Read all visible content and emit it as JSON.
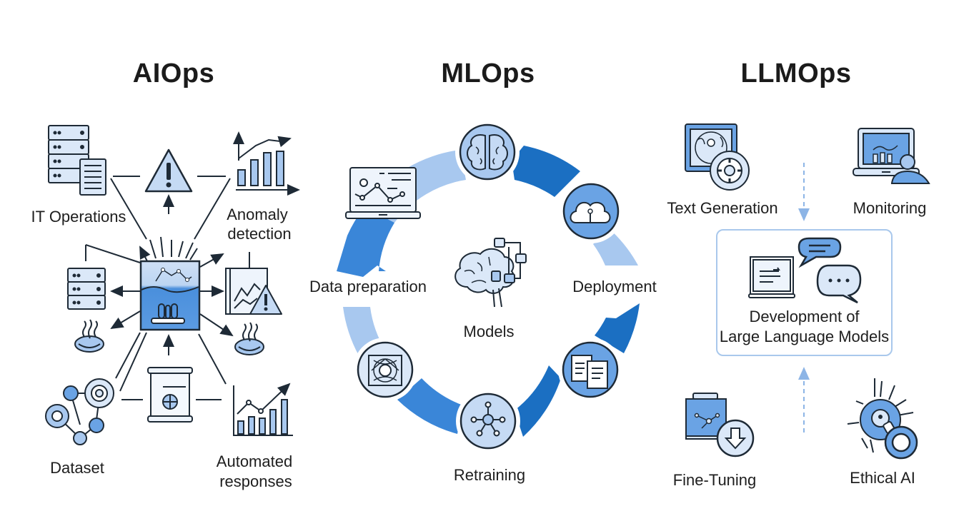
{
  "sections": {
    "aiops": {
      "title": "AIOps",
      "labels": {
        "it_operations": "IT Operations",
        "anomaly_detection": "Anomaly\ndetection",
        "anomaly_line1": "Anomaly",
        "anomaly_line2": "detection",
        "dataset": "Dataset",
        "automated_line1": "Automated",
        "automated_line2": "responses"
      },
      "icons": [
        "server-document-icon",
        "warning-icon",
        "growth-chart-icon",
        "server-icon",
        "hub-analytics-icon",
        "chart-warning-icon",
        "steam-icon",
        "network-graph-icon",
        "report-icon",
        "bar-trend-icon"
      ]
    },
    "mlops": {
      "title": "MLOps",
      "stages": [
        {
          "label": "Data preparation",
          "icon": "laptop-chart-icon"
        },
        {
          "label": "Models",
          "icon": "brain-network-icon"
        },
        {
          "label": "Deployment",
          "icon": "cloud-upload-icon"
        },
        {
          "label": "Retraining",
          "icon": "network-node-icon"
        }
      ],
      "cycle_icons": [
        "brain-icon",
        "cloud-upload-icon",
        "documents-icon",
        "network-node-icon",
        "pattern-icon",
        "laptop-chart-icon"
      ]
    },
    "llmops": {
      "title": "LLMOps",
      "labels": {
        "text_generation": "Text Generation",
        "monitoring": "Monitoring",
        "dev_line1": "Development of",
        "dev_line2": "Large Language Models",
        "fine_tuning": "Fine-Tuning",
        "ethical_ai": "Ethical AI"
      }
    }
  },
  "colors": {
    "dark_blue": "#1b6fc2",
    "mid_blue": "#4a8fdc",
    "light_blue": "#a8c8ef",
    "pale_blue": "#dbe8f8",
    "stroke": "#1e2a36"
  }
}
